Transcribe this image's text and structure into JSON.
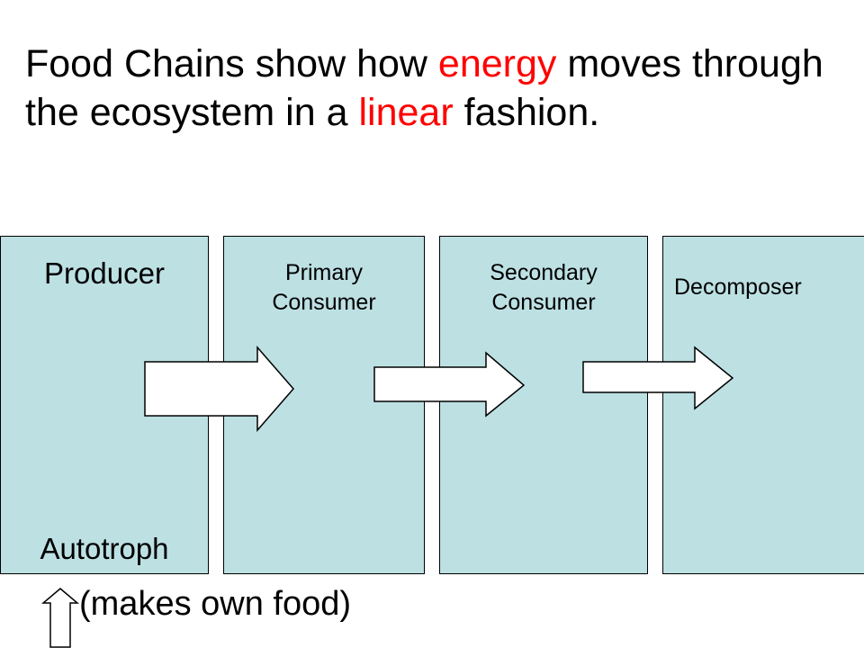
{
  "title": {
    "part1": "Food Chains show how ",
    "energy": "energy",
    "part2": " moves through the ecosystem in a ",
    "linear": "linear",
    "part3": " fashion."
  },
  "boxes": {
    "producer": {
      "label": "Producer",
      "sublabel": "Autotroph"
    },
    "primary": {
      "line1": "Primary",
      "line2": "Consumer"
    },
    "secondary": {
      "line1": "Secondary",
      "line2": "Consumer"
    },
    "decomposer": {
      "label": "Decomposer"
    }
  },
  "note": "(makes own food)",
  "colors": {
    "box_fill": "#bde0e3",
    "highlight": "#ff0000"
  }
}
